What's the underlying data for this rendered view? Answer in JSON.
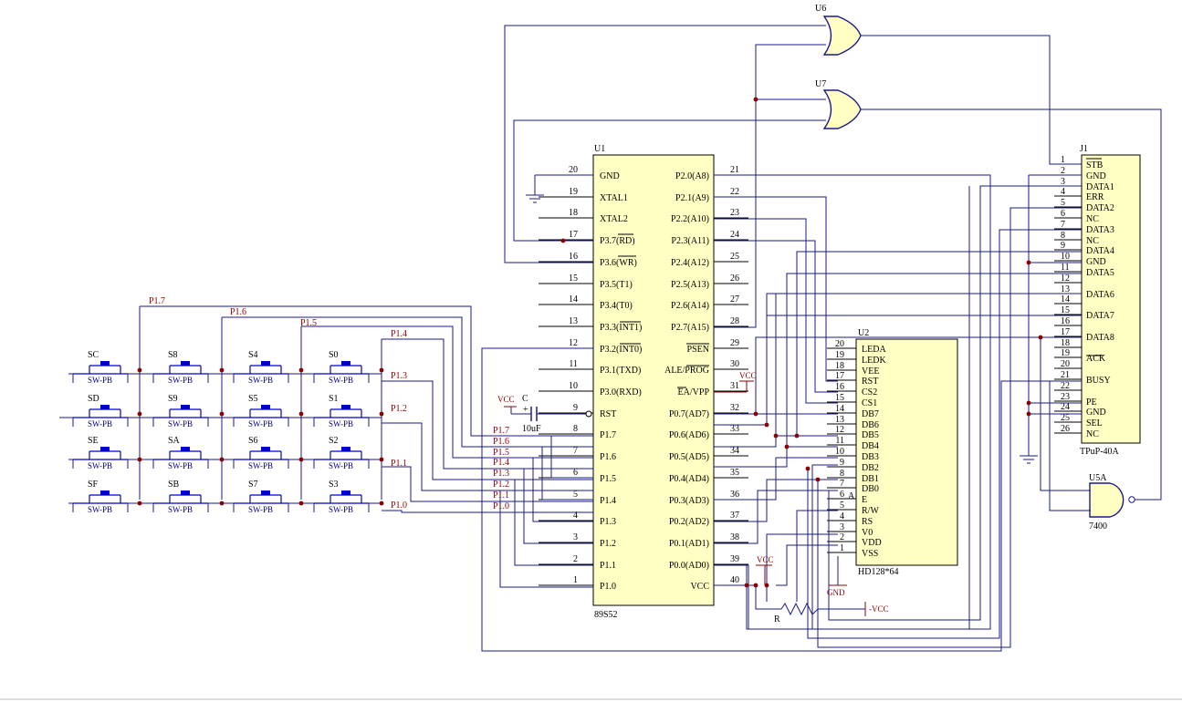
{
  "u1": {
    "ref": "U1",
    "part": "89S52",
    "left_pins": [
      {
        "num": "20",
        "name": "GND"
      },
      {
        "num": "19",
        "name": "XTAL1"
      },
      {
        "num": "18",
        "name": "XTAL2"
      },
      {
        "num": "17",
        "name": "P3.7(RD)"
      },
      {
        "num": "16",
        "name": "P3.6(WR)"
      },
      {
        "num": "15",
        "name": "P3.5(T1)"
      },
      {
        "num": "14",
        "name": "P3.4(T0)"
      },
      {
        "num": "13",
        "name": "P3.3(INT1)"
      },
      {
        "num": "12",
        "name": "P3.2(INT0)"
      },
      {
        "num": "11",
        "name": "P3.1(TXD)"
      },
      {
        "num": "10",
        "name": "P3.0(RXD)"
      },
      {
        "num": "9",
        "name": "RST"
      },
      {
        "num": "8",
        "name": "P1.7"
      },
      {
        "num": "7",
        "name": "P1.6"
      },
      {
        "num": "6",
        "name": "P1.5"
      },
      {
        "num": "5",
        "name": "P1.4"
      },
      {
        "num": "4",
        "name": "P1.3"
      },
      {
        "num": "3",
        "name": "P1.2"
      },
      {
        "num": "2",
        "name": "P1.1"
      },
      {
        "num": "1",
        "name": "P1.0"
      }
    ],
    "right_pins": [
      {
        "num": "21",
        "name": "P2.0(A8)"
      },
      {
        "num": "22",
        "name": "P2.1(A9)"
      },
      {
        "num": "23",
        "name": "P2.2(A10)"
      },
      {
        "num": "24",
        "name": "P2.3(A11)"
      },
      {
        "num": "25",
        "name": "P2.4(A12)"
      },
      {
        "num": "26",
        "name": "P2.5(A13)"
      },
      {
        "num": "27",
        "name": "P2.6(A14)"
      },
      {
        "num": "28",
        "name": "P2.7(A15)"
      },
      {
        "num": "29",
        "name": "PSEN"
      },
      {
        "num": "30",
        "name": "ALE/PROG"
      },
      {
        "num": "31",
        "name": "EA/VPP"
      },
      {
        "num": "32",
        "name": "P0.7(AD7)"
      },
      {
        "num": "33",
        "name": "P0.6(AD6)"
      },
      {
        "num": "34",
        "name": "P0.5(AD5)"
      },
      {
        "num": "35",
        "name": "P0.4(AD4)"
      },
      {
        "num": "36",
        "name": "P0.3(AD3)"
      },
      {
        "num": "37",
        "name": "P0.2(AD2)"
      },
      {
        "num": "38",
        "name": "P0.1(AD1)"
      },
      {
        "num": "39",
        "name": "P0.0(AD0)"
      },
      {
        "num": "40",
        "name": "VCC"
      }
    ]
  },
  "u2": {
    "ref": "U2",
    "part": "HD128*64",
    "pins": [
      {
        "num": "20",
        "name": "LEDA"
      },
      {
        "num": "19",
        "name": "LEDK"
      },
      {
        "num": "18",
        "name": "VEE"
      },
      {
        "num": "17",
        "name": "RST"
      },
      {
        "num": "16",
        "name": "CS2"
      },
      {
        "num": "15",
        "name": "CS1"
      },
      {
        "num": "14",
        "name": "DB7"
      },
      {
        "num": "13",
        "name": "DB6"
      },
      {
        "num": "12",
        "name": "DB5"
      },
      {
        "num": "11",
        "name": "DB4"
      },
      {
        "num": "10",
        "name": "DB3"
      },
      {
        "num": "9",
        "name": "DB2"
      },
      {
        "num": "8",
        "name": "DB1"
      },
      {
        "num": "7",
        "name": "DB0"
      },
      {
        "num": "6",
        "name": "E"
      },
      {
        "num": "5",
        "name": "R/W"
      },
      {
        "num": "4",
        "name": "RS"
      },
      {
        "num": "3",
        "name": "V0"
      },
      {
        "num": "2",
        "name": "VDD"
      },
      {
        "num": "1",
        "name": "VSS"
      }
    ],
    "marker": "A"
  },
  "j1": {
    "ref": "J1",
    "part": "TPuP-40A",
    "pins": [
      {
        "num": "1",
        "name": "STB"
      },
      {
        "num": "2",
        "name": "GND"
      },
      {
        "num": "3",
        "name": "DATA1"
      },
      {
        "num": "4",
        "name": "ERR"
      },
      {
        "num": "5",
        "name": "DATA2"
      },
      {
        "num": "6",
        "name": "NC"
      },
      {
        "num": "7",
        "name": "DATA3"
      },
      {
        "num": "8",
        "name": "NC"
      },
      {
        "num": "9",
        "name": "DATA4"
      },
      {
        "num": "10",
        "name": "GND"
      },
      {
        "num": "11",
        "name": "DATA5"
      },
      {
        "num": "12",
        "name": ""
      },
      {
        "num": "13",
        "name": "DATA6"
      },
      {
        "num": "14",
        "name": ""
      },
      {
        "num": "15",
        "name": "DATA7"
      },
      {
        "num": "16",
        "name": ""
      },
      {
        "num": "17",
        "name": "DATA8"
      },
      {
        "num": "18",
        "name": ""
      },
      {
        "num": "19",
        "name": "ACK"
      },
      {
        "num": "20",
        "name": ""
      },
      {
        "num": "21",
        "name": "BUSY"
      },
      {
        "num": "22",
        "name": ""
      },
      {
        "num": "23",
        "name": "PE"
      },
      {
        "num": "24",
        "name": "GND"
      },
      {
        "num": "25",
        "name": "SEL"
      },
      {
        "num": "26",
        "name": "NC"
      }
    ]
  },
  "gates": {
    "u6": "U6",
    "u7": "U7",
    "u5a": "U5A",
    "u5a_part": "7400"
  },
  "switches": {
    "part": "SW-PB",
    "rows": [
      [
        "SC",
        "S8",
        "S4",
        "S0"
      ],
      [
        "SD",
        "S9",
        "S5",
        "S1"
      ],
      [
        "SE",
        "SA",
        "S6",
        "S2"
      ],
      [
        "SF",
        "SB",
        "S7",
        "S3"
      ]
    ]
  },
  "nets": {
    "cols": [
      "P1.7",
      "P1.6",
      "P1.5",
      "P1.4"
    ],
    "rows": [
      "P1.3",
      "P1.2",
      "P1.1",
      "P1.0"
    ],
    "bus": [
      "P1.7",
      "P1.6",
      "P1.5",
      "P1.4",
      "P1.3",
      "P1.2",
      "P1.1",
      "P1.0"
    ]
  },
  "parts": {
    "cap_ref": "C",
    "cap_value": "10uF",
    "res_ref": "R",
    "vcc": "VCC",
    "gnd": "GND",
    "neg_vcc": "-VCC",
    "plus": "+"
  }
}
